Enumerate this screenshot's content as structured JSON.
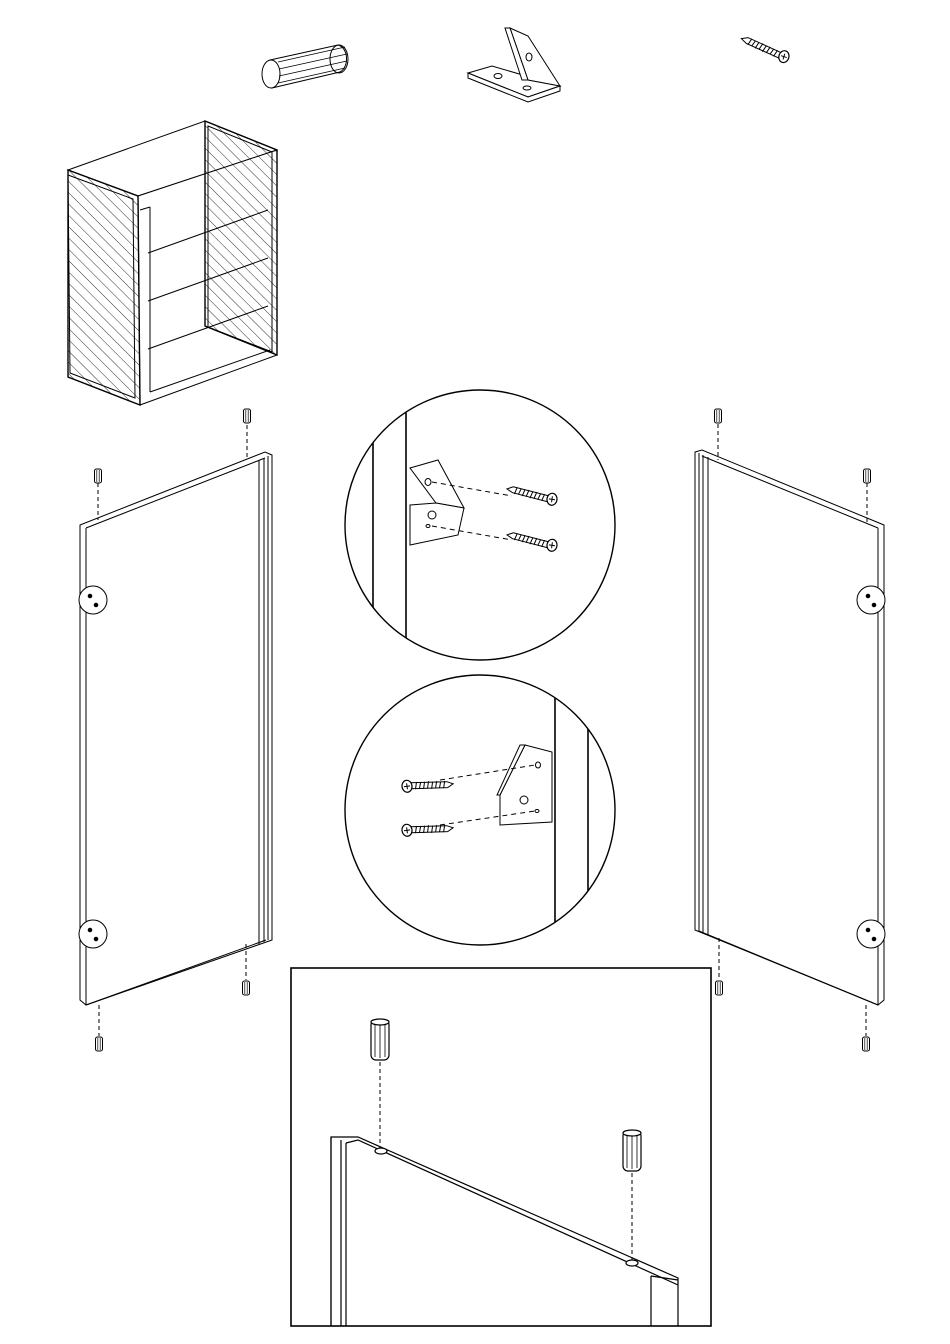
{
  "sheet": {
    "kind": "furniture assembly instruction sheet",
    "ink_color": "#000000",
    "paper_color": "#ffffff",
    "hardware": [
      {
        "id": "wooden-dowel",
        "icon": "dowel-icon"
      },
      {
        "id": "l-bracket",
        "icon": "angle-bracket-icon"
      },
      {
        "id": "wood-screw",
        "icon": "screw-icon"
      }
    ],
    "callouts": [
      {
        "id": "top-bracket-detail",
        "icon": "magnifier-circle-icon"
      },
      {
        "id": "bottom-bracket-detail",
        "icon": "magnifier-circle-icon"
      },
      {
        "id": "dowel-insertion-detail",
        "icon": "detail-box-icon"
      }
    ]
  }
}
